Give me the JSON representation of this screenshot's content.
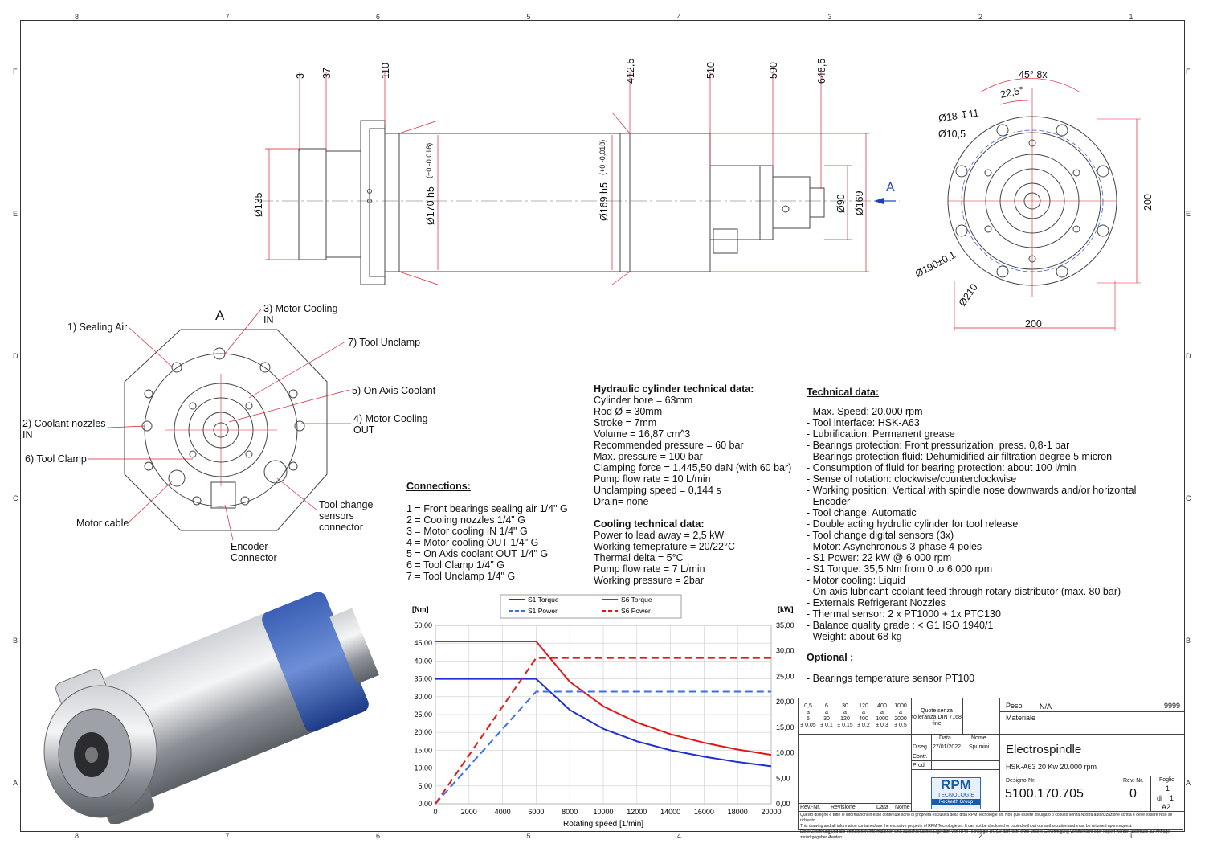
{
  "zones": {
    "cols": [
      "8",
      "7",
      "6",
      "5",
      "4",
      "3",
      "2",
      "1"
    ],
    "rows": [
      "F",
      "E",
      "D",
      "C",
      "B",
      "A"
    ]
  },
  "side_view": {
    "dims_top": [
      "3",
      "37",
      "110",
      "412,5",
      "510",
      "590",
      "648,5"
    ],
    "dia_135": "Ø135",
    "dia_170": "Ø170 h5",
    "tol_170": "(+0 -0,018)",
    "dia_169h5": "Ø169 h5",
    "tol_169": "(+0 -0,018)",
    "dia_90": "Ø90",
    "dia_169": "Ø169",
    "view_arrow": "A"
  },
  "front_view": {
    "angle_total": "45° 8x",
    "angle_half": "22,5°",
    "hole_18": "Ø18 ↧11",
    "hole_10": "Ø10,5",
    "pcd_190": "Ø190±0,1",
    "dia_210": "Ø210",
    "width": "200",
    "height": "200"
  },
  "view_a": {
    "title": "A",
    "labels": [
      "1) Sealing Air",
      "3) Motor Cooling\nIN",
      "7) Tool Unclamp",
      "5) On Axis Coolant",
      "2) Coolant nozzles\nIN",
      "4) Motor Cooling\nOUT",
      "6) Tool Clamp",
      "Motor cable",
      "Encoder\nConnector",
      "Tool change\nsensors\nconnector"
    ]
  },
  "connections": {
    "title": "Connections:",
    "items": [
      "1 = Front bearings sealing air 1/4\" G",
      "2 = Cooling nozzles 1/4\" G",
      "3 = Motor cooling IN 1/4\" G",
      "4 = Motor cooling OUT 1/4\" G",
      "5 = On Axis coolant OUT 1/4\" G",
      "6 = Tool Clamp 1/4\" G",
      "7 = Tool Unclamp 1/4\" G"
    ]
  },
  "hydraulic": {
    "title": "Hydraulic cylinder technical data:",
    "items": [
      "Cylinder bore = 63mm",
      "Rod Ø = 30mm",
      "Stroke = 7mm",
      "Volume = 16,87 cm^3",
      "Recommended pressure = 60 bar",
      "Max. pressure = 100 bar",
      "Clamping force = 1.445,50 daN (with 60 bar)",
      "Pump flow rate = 10 L/min",
      "Unclamping speed = 0,144 s",
      "Drain= none"
    ]
  },
  "cooling": {
    "title": "Cooling technical data:",
    "items": [
      "Power to lead away = 2,5 kW",
      "Working temeprature = 20/22°C",
      "Thermal delta = 5°C",
      "Pump flow rate = 7 L/min",
      "Working pressure = 2bar"
    ]
  },
  "technical": {
    "title": "Technical data:",
    "items": [
      "- Max. Speed: 20.000 rpm",
      "- Tool interface: HSK-A63",
      "- Lubrification: Permanent grease",
      "- Bearings protection: Front pressurization, press. 0,8-1 bar",
      "- Bearings protection fluid: Dehumidified air filtration degree 5 micron",
      "- Consumption of fluid for bearing protection: about 100 l/min",
      "- Sense of rotation: clockwise/counterclockwise",
      "- Working position: Vertical with spindle nose downwards and/or horizontal",
      "- Encoder",
      "- Tool change: Automatic",
      "- Double acting hydrulic cylinder for tool release",
      "- Tool change digital sensors (3x)",
      "- Motor: Asynchronous 3-phase 4-poles",
      "- S1 Power: 22 kW @ 6.000 rpm",
      "- S1 Torque: 35,5 Nm from 0 to 6.000 rpm",
      "- Motor cooling: Liquid",
      "- On-axis lubricant-coolant feed through rotary distributor (max. 80 bar)",
      "- Externals Refrigerant Nozzles",
      "- Thermal sensor: 2 x PT1000 + 1x PTC130",
      "- Balance quality grade : < G1 ISO 1940/1",
      "- Weight: about 68 kg"
    ],
    "optional_title": "Optional :",
    "optional_items": [
      "- Bearings temperature sensor PT100"
    ]
  },
  "chart_data": {
    "type": "line",
    "xlabel": "Rotating speed [1/min]",
    "ylabel_left": "[Nm]",
    "ylabel_right": "[kW]",
    "xlim": [
      0,
      20000
    ],
    "ylim_left": [
      0,
      50
    ],
    "ylim_right": [
      0,
      35
    ],
    "x_ticks": [
      "0",
      "2000",
      "4000",
      "6000",
      "8000",
      "10000",
      "12000",
      "14000",
      "16000",
      "18000",
      "20000"
    ],
    "y_ticks_left": [
      "0,00",
      "5,00",
      "10,00",
      "15,00",
      "20,00",
      "25,00",
      "30,00",
      "35,00",
      "40,00",
      "45,00",
      "50,00"
    ],
    "y_ticks_right": [
      "0,00",
      "5,00",
      "10,00",
      "15,00",
      "20,00",
      "25,00",
      "30,00",
      "35,00"
    ],
    "grid": true,
    "legend_position": "top",
    "series": [
      {
        "name": "S1 Torque",
        "axis": "left",
        "color": "#1f2fd0",
        "dash": false,
        "x": [
          0,
          6000,
          8000,
          10000,
          12000,
          14000,
          16000,
          18000,
          20000
        ],
        "y": [
          35,
          35,
          26.3,
          21,
          17.5,
          15,
          13.2,
          11.7,
          10.5
        ]
      },
      {
        "name": "S6 Torque",
        "axis": "left",
        "color": "#e01818",
        "dash": false,
        "x": [
          0,
          6000,
          8000,
          10000,
          12000,
          14000,
          16000,
          18000,
          20000
        ],
        "y": [
          45.5,
          45.5,
          34.2,
          27.3,
          22.8,
          19.5,
          17.1,
          15.2,
          13.7
        ]
      },
      {
        "name": "S1 Power",
        "axis": "right",
        "color": "#3a6ee8",
        "dash": true,
        "x": [
          0,
          6000,
          20000
        ],
        "y": [
          0,
          22,
          22
        ]
      },
      {
        "name": "S6 Power",
        "axis": "right",
        "color": "#e01818",
        "dash": true,
        "x": [
          0,
          6000,
          20000
        ],
        "y": [
          0,
          28.6,
          28.6
        ]
      }
    ]
  },
  "title_block": {
    "tol_cols": [
      [
        "0,5",
        "a",
        "6",
        "± 0,05"
      ],
      [
        "6",
        "a",
        "30",
        "± 0,1"
      ],
      [
        "30",
        "a",
        "120",
        "± 0,15"
      ],
      [
        "120",
        "a",
        "400",
        "± 0,2"
      ],
      [
        "400",
        "a",
        "1000",
        "± 0,3"
      ],
      [
        "1000",
        "a",
        "2000",
        "± 0,5"
      ]
    ],
    "tol_note": "Quote senza tolleranza DIN 7168 fine",
    "data_label": "Data",
    "nome_label": "Nome",
    "diseg": "Diseg.",
    "diseg_date": "27/01/2022",
    "diseg_name": "Spumini",
    "contr": "Contr.",
    "prod": "Prod.",
    "rev_headers": [
      "Rev.-Nr.",
      "Revisione",
      "Data",
      "Nome"
    ],
    "logo_top": "RPM",
    "logo_mid": "TECNOLOGIE",
    "logo_bot": "Reckerth Group",
    "peso_label": "Peso",
    "peso_value": "N/A",
    "code_right": "9999",
    "materiale": "Materiale",
    "title": "Electrospindle",
    "subtitle": "HSK-A63 20 Kw 20.000 rpm",
    "designo_label": "Designo-Nr.",
    "designo": "5100.170.705",
    "rev_label": "Rev.-Nr.",
    "rev": "0",
    "foglio_label": "Foglio",
    "foglio": "1",
    "di": "di",
    "di_val": "1",
    "format": "A2",
    "disclaimer": [
      "Questo disegno e tutte le informazioni in esso contenute sono di proprietà esclusiva della ditta RPM Tecnologie srl. Non può essere divulgato o copiato senza Nostra autorizzazione scritta e deve essere reso se richiesto.",
      "This drawing and all information contained are the exclusive property of RPM Tecnologie srl. It can not be disclosed or copied without our authorization and must be returned upon request.",
      "Diese Zeichnung und alle enthaltenen Informationen sind ausschließliches Eigentum von RPM Tecnologie srl. Sie darf nicht ohne unsere Genehmigung veröffentlicht oder kopiert werden und muss auf Anfrage zurückgegeben werden."
    ]
  }
}
